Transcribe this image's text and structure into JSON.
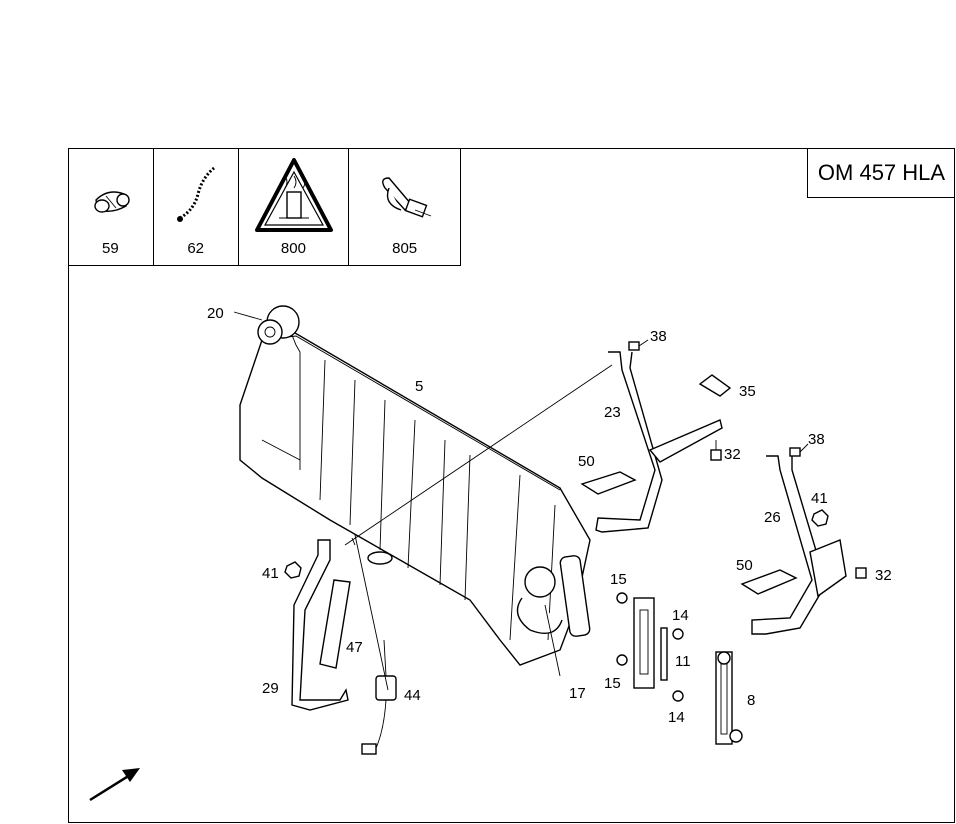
{
  "engine_label": "OM 457 HLA",
  "legend": [
    {
      "number": "59",
      "icon": "clip-icon"
    },
    {
      "number": "62",
      "icon": "chain-icon"
    },
    {
      "number": "800",
      "icon": "warning-hot-liquid-icon"
    },
    {
      "number": "805",
      "icon": "cable-tie-icon"
    }
  ],
  "callouts": {
    "c20": "20",
    "c5": "5",
    "c38a": "38",
    "c35": "35",
    "c23": "23",
    "c32a": "32",
    "c50a": "50",
    "c38b": "38",
    "c41a": "41",
    "c26": "26",
    "c50b": "50",
    "c32b": "32",
    "c41b": "41",
    "c15a": "15",
    "c14a": "14",
    "c11": "11",
    "c15b": "15",
    "c14b": "14",
    "c47": "47",
    "c29": "29",
    "c44": "44",
    "c17": "17",
    "c8": "8"
  }
}
